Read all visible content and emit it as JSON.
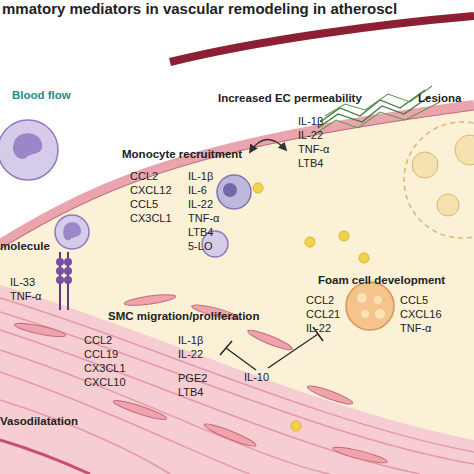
{
  "diagram": {
    "title": "mmatory mediators in vascular remodeling in atheroscl",
    "labels": [
      "Blood flow",
      "Increased EC permeability",
      "IL-1β",
      "IL-22",
      "TNF-α",
      "LTB4",
      "Lesiona",
      "Monocyte recruitment",
      "CCL2",
      "CXCL12",
      "CCL5",
      "CX3CL1",
      "IL-1β",
      "IL-6",
      "IL-22",
      "TNF-α",
      "LTB4",
      "5-LO",
      "molecule",
      "IL-33",
      "TNF-α",
      "Foam cell development",
      "CCL2",
      "CCL21",
      "IL-22",
      "CCL5",
      "CXCL16",
      "TNF-α",
      "SMC migration/proliferation",
      "CCL2",
      "CCL19",
      "CX3CL1",
      "CXCL10",
      "IL-1β",
      "IL-22",
      "PGE2",
      "LTB4",
      "IL-10",
      "Vasodilatation"
    ]
  }
}
